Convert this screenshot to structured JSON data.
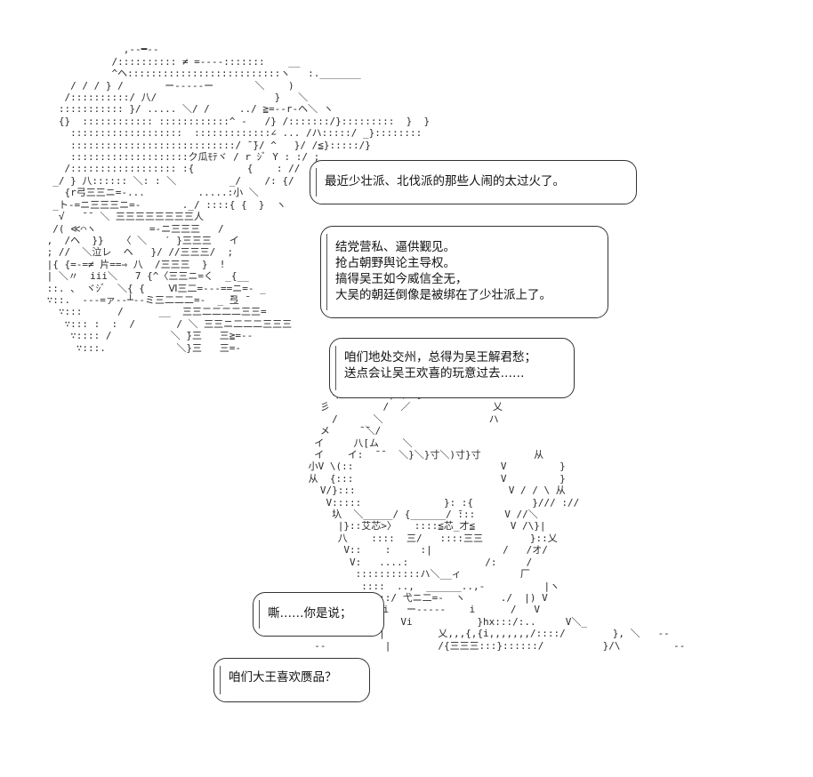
{
  "scene": {
    "left_character_art": "\n              ,-‐━--\n            /:::::::::: ≠ =----:::::::    __\n            ^ヘ::::::::::::::::::::::::::ヽ   :._______\n     / / / } /       ー-----ー       ＼    )\n    /::::::::::/ 八/                    }   ＼\n   ::::::::::: }/ ..... ＼/ /     ../ ≧=--r-ヘ＼ ヽ\n   {}  :::::::::::: ::::::::::::^ -   /} /:::::::/}:::::::::  }  }\n     :::::::::::::::::::  :::::::::::::∠ ... /ハ:::::/ _}::::::::\n     ::::::::::::::::::::::::::::/ ̄ ̄}/ ^   }/ /≦}:::::/}\n     ::::::::::::::::::::ク瓜ﾓﾃヾ / r ｼﾞ Y : :/ ;\n    /:::::::::::::::::: :{         {    : //\n  _/ } 八:::::: ＼: : ＼         _/    /: {/\n    {r弓三三ニ=-...         .....:小 ＼\n  _ト‐=ニ三三三ニ=-       ._/ ::::{ {  }  ヽ\n   √   ̄ ̄  ＼ 三三三三三三三三人\n  /( ≪⌒ヽ         =-ニ三三三   /\n ,  /ヘ  }}   〈 ＼   ′ }三三三   イ\n ; //  ＼泣レ  ヘ   }/ //三三三/  ;\n |{ {=-=≠ 片==⇒ 八  /三三三  }  !\n | ＼〃  iii＼   7 {^〈三三ニ=く  _{__\n ::. 、 ヾｼﾞ  ＼{ {    Ⅵ三二=---==ニ=- _\n ∵::.  -‐‐=ァ‐‐┴‐‐ミ三二二二=-  _ ̄弖 ̄\n   ∵:::      /      __  三三二二二二三三=\n    ∵::: :  :  /       / ＼ 三三ニ二二二三三三\n     ∵:::: /          ＼ ̄}三   三≧=--\n      ∵:::.            ＼}三   三=-",
    "right_character_art": "     イ        )ム  彡\n   彡         /  ／              乂\n     /      ＼                  ハ\n   メ     ̄ ̄＼/\n  イ     八[ム    ＼\n  イ    イ:  ̄ ̄   ＼}＼}寸＼)寸}寸         从\n 小V \\(::                         V         }\n 从  {:::                         V         }\n   V/}:::                          V / / \\ 从\n    V:::::              }: :{          }/// ://\n     圦  ＼_____/ {______/ ̄:::     V //＼\n      |}::艾芯>〉   ::::≦芯_才≦      V /\\}|\n      八    ::::  三/   ::::三三        }::乂\n       V::    :     :|            /   /オ/\n        V:   ....:             /:     /\n         :::::::::::ハ＼__ィ          厂\n          ::::  ..,  ______..,-          |ヽ\n         /\\::::/ 弋ニ二=-  ヽ      ./  |) V\n       ／ / {Vi   ー-----    i      /   V\n     ／  ./      Vi           }hx:::/:..     V＼_\n     ‐-      |         乂,,,{,{i,,,,,,,/::::/        }, ＼   ‐-\n  ‐-          |        /{三三三:::}::::::/          }/\\         ‐-",
    "bubbles": [
      {
        "id": "bubble-1",
        "lines": [
          "最近少壮派、北伐派的那些人闹的太过火了。"
        ]
      },
      {
        "id": "bubble-2",
        "lines": [
          "结党营私、逼供觐见。",
          "抢占朝野舆论主导权。",
          "搞得吴王如今威信全无，",
          "大吴的朝廷倒像是被绑在了少壮派上了。"
        ]
      },
      {
        "id": "bubble-3",
        "lines": [
          "咱们地处交州，总得为吴王解君愁；",
          "送点会让吴王欢喜的玩意过去……"
        ]
      },
      {
        "id": "bubble-4",
        "lines": [
          "嘶……你是说；"
        ]
      },
      {
        "id": "bubble-5",
        "lines": [
          "咱们大王喜欢赝品？"
        ]
      }
    ]
  }
}
